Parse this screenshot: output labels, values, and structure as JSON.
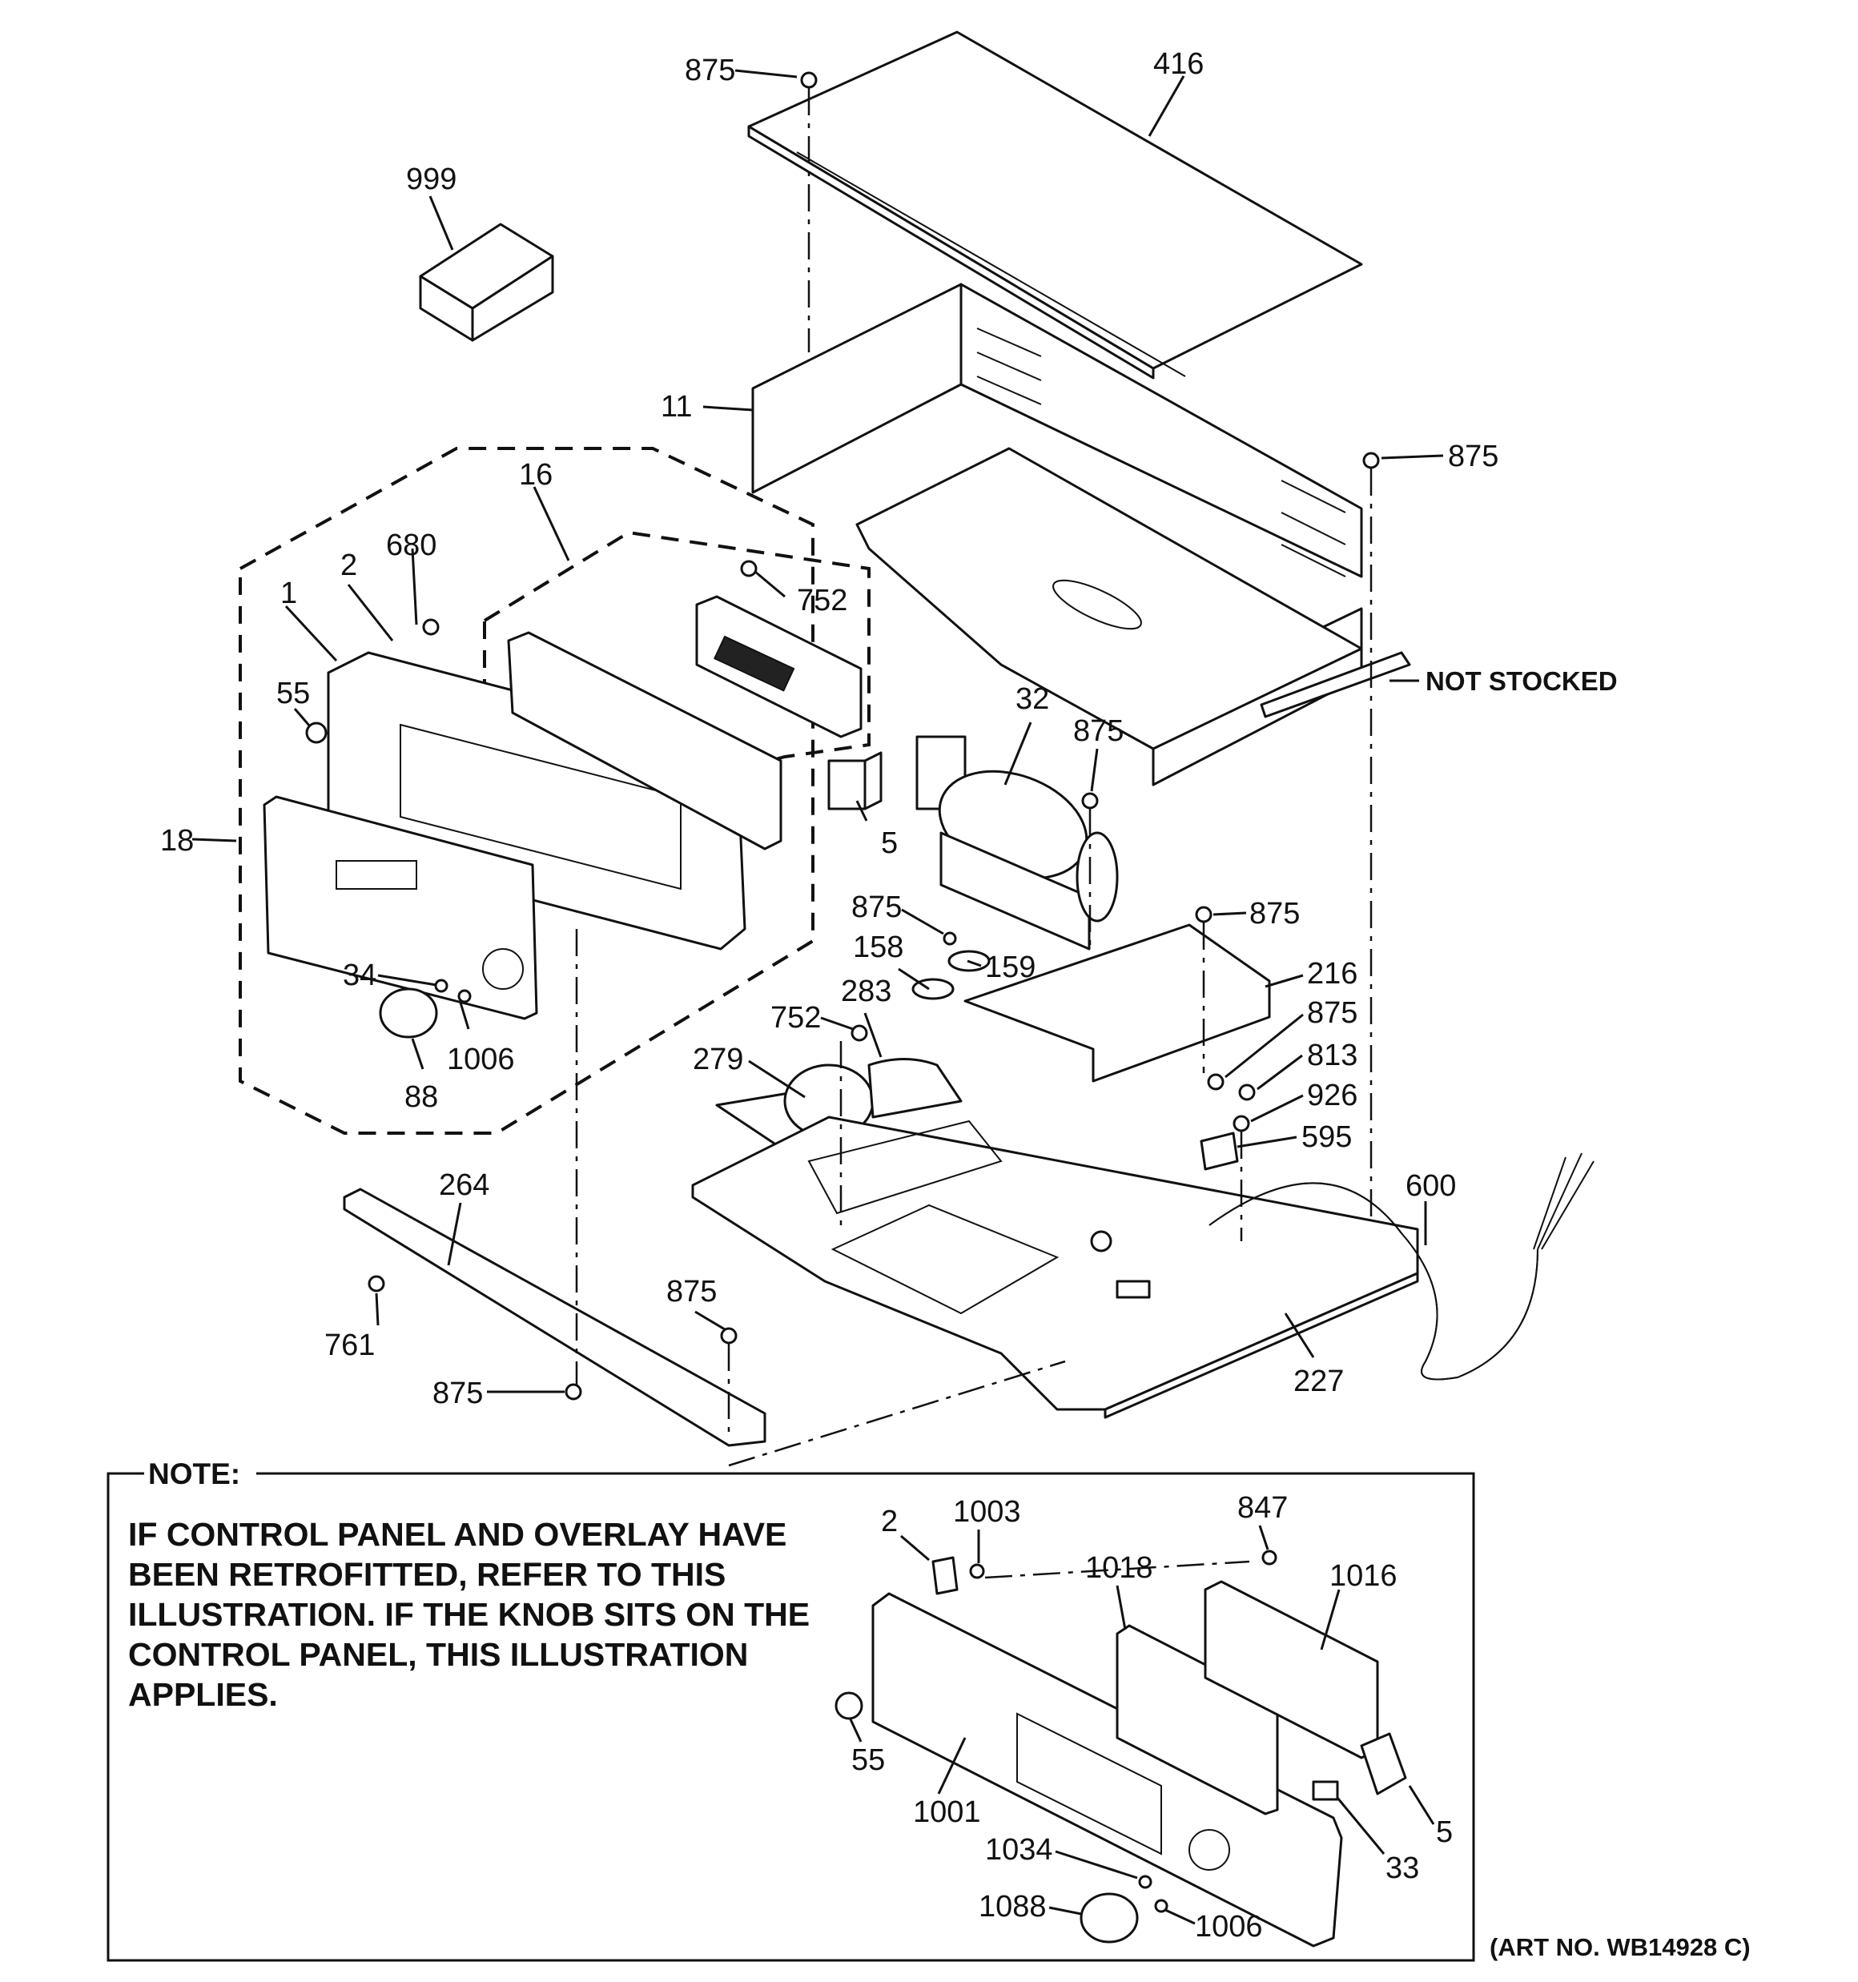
{
  "callouts": {
    "c875_top": "875",
    "c416": "416",
    "c999": "999",
    "c11": "11",
    "c875_right": "875",
    "c16": "16",
    "c680": "680",
    "c2": "2",
    "c1": "1",
    "c752_top": "752",
    "c55": "55",
    "c18": "18",
    "c32": "32",
    "c875_fan": "875",
    "c5": "5",
    "c875_mid": "875",
    "c875_216": "875",
    "c158": "158",
    "c159": "159",
    "c216": "216",
    "c34": "34",
    "c283": "283",
    "c752_mid": "752",
    "c875_813": "875",
    "c813": "813",
    "c279": "279",
    "c1006": "1006",
    "c926": "926",
    "c88": "88",
    "c595": "595",
    "c600": "600",
    "c264": "264",
    "c875_bot": "875",
    "c761": "761",
    "c875_left": "875",
    "c227": "227"
  },
  "not_stocked": "NOT STOCKED",
  "note": {
    "heading": "NOTE:",
    "lines": [
      "IF CONTROL PANEL AND OVERLAY HAVE",
      "BEEN RETROFITTED, REFER TO THIS",
      "ILLUSTRATION. IF THE KNOB SITS ON THE",
      "CONTROL PANEL, THIS ILLUSTRATION",
      "APPLIES."
    ],
    "callouts": {
      "n2": "2",
      "n1003": "1003",
      "n847": "847",
      "n1018": "1018",
      "n1016": "1016",
      "n55": "55",
      "n1001": "1001",
      "n5": "5",
      "n1034": "1034",
      "n33": "33",
      "n1088": "1088",
      "n1006": "1006"
    }
  },
  "art_number": "(ART NO. WB14928 C)"
}
